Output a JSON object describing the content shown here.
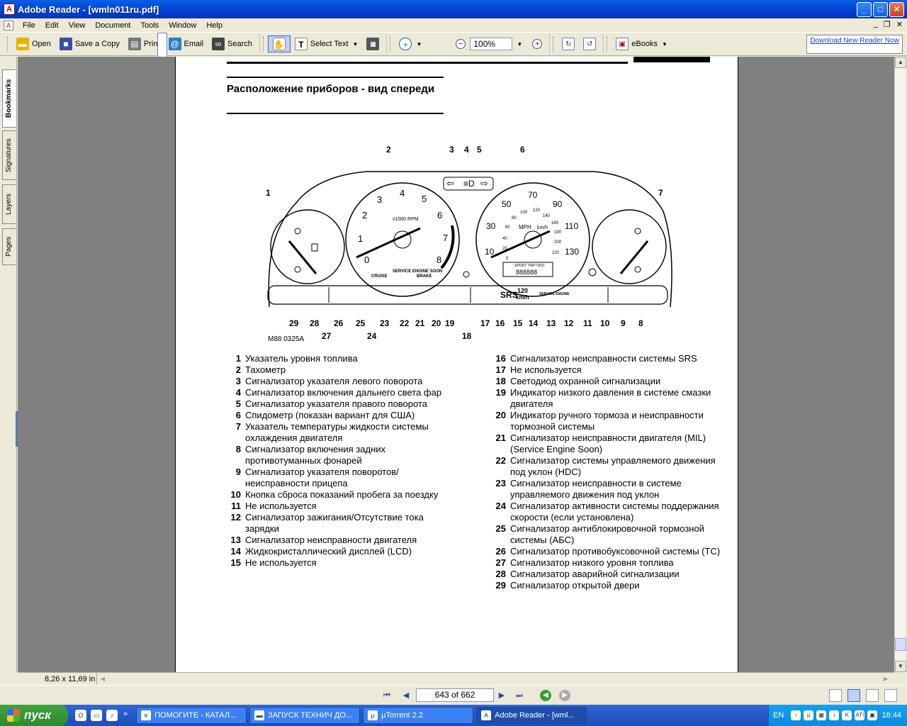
{
  "window": {
    "title": "Adobe Reader - [wmln011ru.pdf]",
    "min": "_",
    "max": "□",
    "close": "✕"
  },
  "menu": [
    "File",
    "Edit",
    "View",
    "Document",
    "Tools",
    "Window",
    "Help"
  ],
  "mdi": {
    "min": "_",
    "restore": "❐",
    "close": "✕"
  },
  "toolbar": {
    "open": "Open",
    "save": "Save a Copy",
    "print": "Print",
    "email": "Email",
    "search": "Search",
    "select_text": "Select Text",
    "zoom": "100%",
    "ebooks": "eBooks",
    "download": "Download New Reader Now"
  },
  "nav_tabs": [
    "Bookmarks",
    "Signatures",
    "Layers",
    "Pages"
  ],
  "status": {
    "page_size": "8,26 x 11,69 in",
    "page_field": "643 of 662"
  },
  "document": {
    "title": "Расположение приборов - вид спереди",
    "figure_code": "M88 0325A",
    "fig_labels": {
      "rpm": "x1000 RPM",
      "mph": "MPH",
      "kmh": "km/h",
      "srs": "SRS",
      "kmh120": "120",
      "kmh_unit": "km/h",
      "service_engine": "SERVICE ENGINE",
      "cruise": "CRUISE",
      "service_soon": "SERVICE ENGINE SOON",
      "brake": "BRAKE",
      "lcd": "SPORT TRIP ODO",
      "tach_ticks": [
        "0",
        "1",
        "2",
        "3",
        "4",
        "5",
        "6",
        "7",
        "8"
      ],
      "speed_ticks": [
        "10",
        "30",
        "50",
        "70",
        "90",
        "110",
        "130"
      ],
      "kmh_ticks": [
        "0",
        "20",
        "40",
        "60",
        "80",
        "100",
        "120",
        "140",
        "160",
        "180",
        "200",
        "220"
      ]
    },
    "legend_left": [
      {
        "n": "1",
        "t": "Указатель уровня топлива"
      },
      {
        "n": "2",
        "t": "Тахометр"
      },
      {
        "n": "3",
        "t": "Сигнализатор указателя левого поворота"
      },
      {
        "n": "4",
        "t": "Сигнализатор включения дальнего света фар"
      },
      {
        "n": "5",
        "t": "Сигнализатор указателя правого поворота"
      },
      {
        "n": "6",
        "t": "Спидометр (показан вариант для США)"
      },
      {
        "n": "7",
        "t": "Указатель температуры жидкости системы охлаждения двигателя"
      },
      {
        "n": "8",
        "t": "Сигнализатор включения задних противотуманных фонарей"
      },
      {
        "n": "9",
        "t": "Сигнализатор указателя поворотов/ неисправности прицепа"
      },
      {
        "n": "10",
        "t": "Кнопка сброса показаний пробега за поездку"
      },
      {
        "n": "11",
        "t": "Не используется"
      },
      {
        "n": "12",
        "t": "Сигнализатор зажигания/Отсутствие тока зарядки"
      },
      {
        "n": "13",
        "t": "Сигнализатор неисправности двигателя"
      },
      {
        "n": "14",
        "t": "Жидкокристаллический дисплей (LCD)"
      },
      {
        "n": "15",
        "t": "Не используется"
      }
    ],
    "legend_right": [
      {
        "n": "16",
        "t": "Сигнализатор неисправности системы SRS"
      },
      {
        "n": "17",
        "t": "Не используется"
      },
      {
        "n": "18",
        "t": "Светодиод охранной сигнализации"
      },
      {
        "n": "19",
        "t": "Индикатор низкого давления в системе смазки двигателя"
      },
      {
        "n": "20",
        "t": "Индикатор ручного тормоза и неисправности тормозной системы"
      },
      {
        "n": "21",
        "t": "Сигнализатор неисправности двигателя (MIL) (Service Engine Soon)"
      },
      {
        "n": "22",
        "t": "Сигнализатор системы управляемого движения под уклон (HDC)"
      },
      {
        "n": "23",
        "t": "Сигнализатор неисправности в системе управляемого движения под уклон"
      },
      {
        "n": "24",
        "t": "Сигнализатор активности системы поддержания скорости (если установлена)"
      },
      {
        "n": "25",
        "t": "Сигнализатор антиблокировочной тормозной системы (АБС)"
      },
      {
        "n": "26",
        "t": "Сигнализатор противобуксовочной системы (ТС)"
      },
      {
        "n": "27",
        "t": "Сигнализатор низкого уровня топлива"
      },
      {
        "n": "28",
        "t": "Сигнализатор аварийной сигнализации"
      },
      {
        "n": "29",
        "t": "Сигнализатор открытой двери"
      }
    ]
  },
  "taskbar": {
    "start": "пуск",
    "tasks": [
      "ПОМОГИТЕ - КАТАЛ...",
      "ЗАПУСК ТЕХНИЧ ДО...",
      "µTorrent 2.2",
      "Adobe Reader - [wml..."
    ],
    "lang": "EN",
    "clock": "18:44"
  }
}
